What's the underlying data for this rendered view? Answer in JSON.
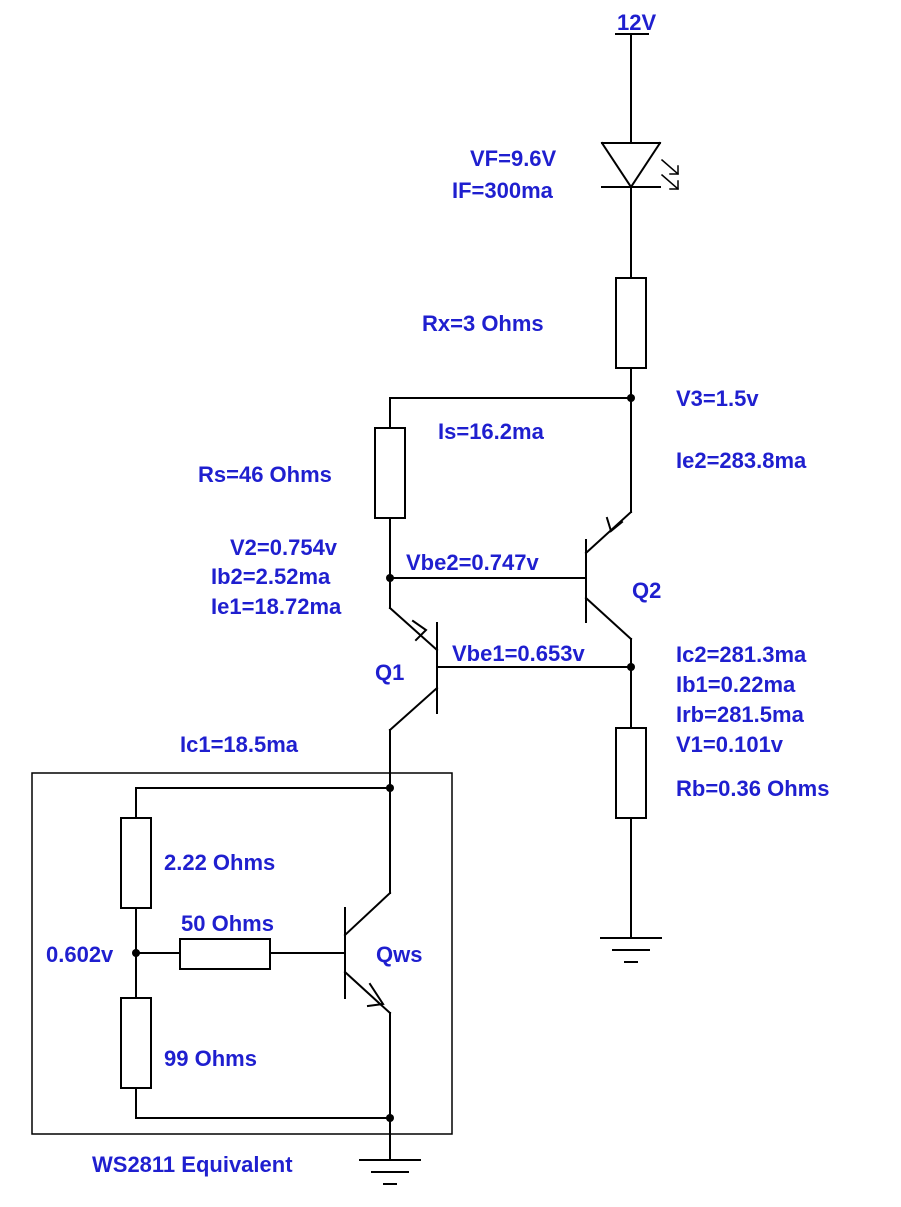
{
  "colors": {
    "label": "#1f1fcf",
    "wire": "#000000",
    "background": "#ffffff"
  },
  "supply": {
    "label": "12V"
  },
  "led": {
    "vf": "VF=9.6V",
    "if": "IF=300ma"
  },
  "rx": {
    "label": "Rx=3 Ohms"
  },
  "node_v3": {
    "v": "V3=1.5v",
    "ie2": "Ie2=283.8ma"
  },
  "rs": {
    "is": "Is=16.2ma",
    "label": "Rs=46 Ohms"
  },
  "node_v2": {
    "v": "V2=0.754v",
    "ib2": "Ib2=2.52ma",
    "ie1": "Ie1=18.72ma"
  },
  "q2": {
    "vbe": "Vbe2=0.747v",
    "name": "Q2"
  },
  "q1": {
    "vbe": "Vbe1=0.653v",
    "name": "Q1",
    "ic": "Ic1=18.5ma"
  },
  "node_v1": {
    "ic2": "Ic2=281.3ma",
    "ib1": "Ib1=0.22ma",
    "irb": "Irb=281.5ma",
    "v": "V1=0.101v"
  },
  "rb": {
    "label": "Rb=0.36 Ohms"
  },
  "ws2811": {
    "r_top": "2.22 Ohms",
    "r_base": "50 Ohms",
    "r_bottom": "99 Ohms",
    "node_v": "0.602v",
    "transistor": "Qws",
    "title": "WS2811 Equivalent"
  }
}
